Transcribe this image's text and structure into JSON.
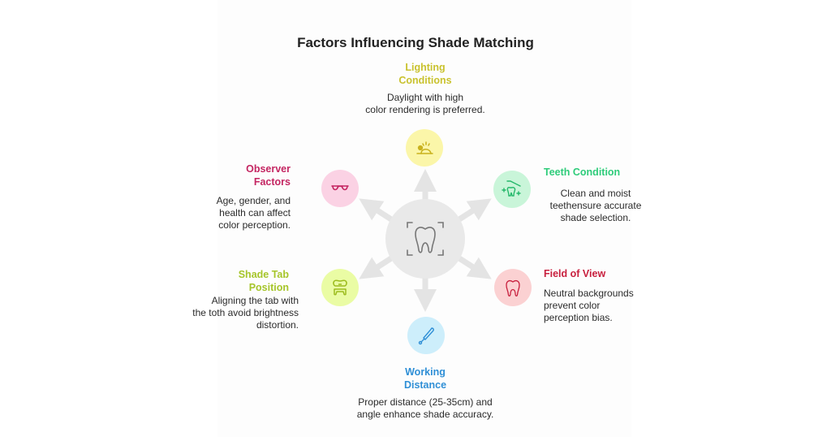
{
  "title": "Factors Influencing Shade Matching",
  "center": {
    "icon": "tooth-scan-icon",
    "color": "#e9e9e9"
  },
  "factors": [
    {
      "id": "lighting",
      "heading_lines": [
        "Lighting",
        "Conditions"
      ],
      "description_lines": [
        "Daylight with high",
        "color rendering is preferred."
      ],
      "icon": "sunrise-icon",
      "accent": "#c9c22e",
      "circle": "#fbf6a9"
    },
    {
      "id": "teeth",
      "heading_lines": [
        "Teeth Condition"
      ],
      "description_lines": [
        "Clean and moist",
        "teethensure accurate",
        "shade selection."
      ],
      "icon": "toothbrush-sparkle-icon",
      "accent": "#2ecc7a",
      "circle": "#c9f5d9"
    },
    {
      "id": "field",
      "heading_lines": [
        "Field of View"
      ],
      "description_lines": [
        "Neutral backgrounds",
        "prevent color",
        "perception bias."
      ],
      "icon": "tooth-icon",
      "accent": "#c8203e",
      "circle": "#fbd1d2"
    },
    {
      "id": "distance",
      "heading_lines": [
        "Working",
        "Distance"
      ],
      "description_lines": [
        "Proper distance (25-35cm) and",
        "angle enhance shade accuracy."
      ],
      "icon": "dental-probe-icon",
      "accent": "#2f8fd6",
      "circle": "#cdeefb"
    },
    {
      "id": "shadetab",
      "heading_lines": [
        "Shade Tab",
        "Position"
      ],
      "description_lines": [
        "Aligning the tab with",
        "the toth avoid brightness",
        "distortion."
      ],
      "icon": "shade-tab-icon",
      "accent": "#a6c52a",
      "circle": "#eafca4"
    },
    {
      "id": "observer",
      "heading_lines": [
        "Observer",
        "Factors"
      ],
      "description_lines": [
        "Age, gender, and",
        "health can affect",
        "color perception."
      ],
      "icon": "glasses-icon",
      "accent": "#c42662",
      "circle": "#fbd2e4"
    }
  ]
}
